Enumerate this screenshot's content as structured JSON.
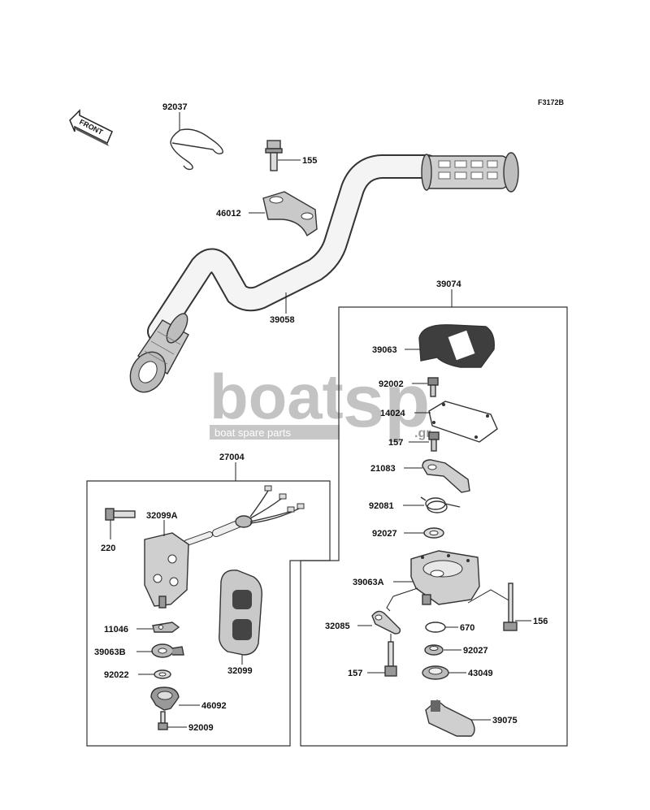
{
  "diagram_code": "F3172B",
  "front_arrow_label": "FRONT",
  "watermark": {
    "brand": "boat",
    "suffix": "sp",
    "tld": ".gr",
    "tagline": "boat spare parts"
  },
  "labels": {
    "p92037": "92037",
    "p155": "155",
    "p46012": "46012",
    "p39058": "39058",
    "p39074": "39074",
    "p39063": "39063",
    "p92002": "92002",
    "p14024": "14024",
    "p157a": "157",
    "p21083": "21083",
    "p92081": "92081",
    "p92027a": "92027",
    "p39063A": "39063A",
    "p156": "156",
    "p32085": "32085",
    "p670": "670",
    "p92027b": "92027",
    "p157b": "157",
    "p43049": "43049",
    "p39075": "39075",
    "p27004": "27004",
    "p32099A": "32099A",
    "p220": "220",
    "p11046": "11046",
    "p39063B": "39063B",
    "p92022": "92022",
    "p32099": "32099",
    "p46092": "46092",
    "p92009": "92009"
  }
}
